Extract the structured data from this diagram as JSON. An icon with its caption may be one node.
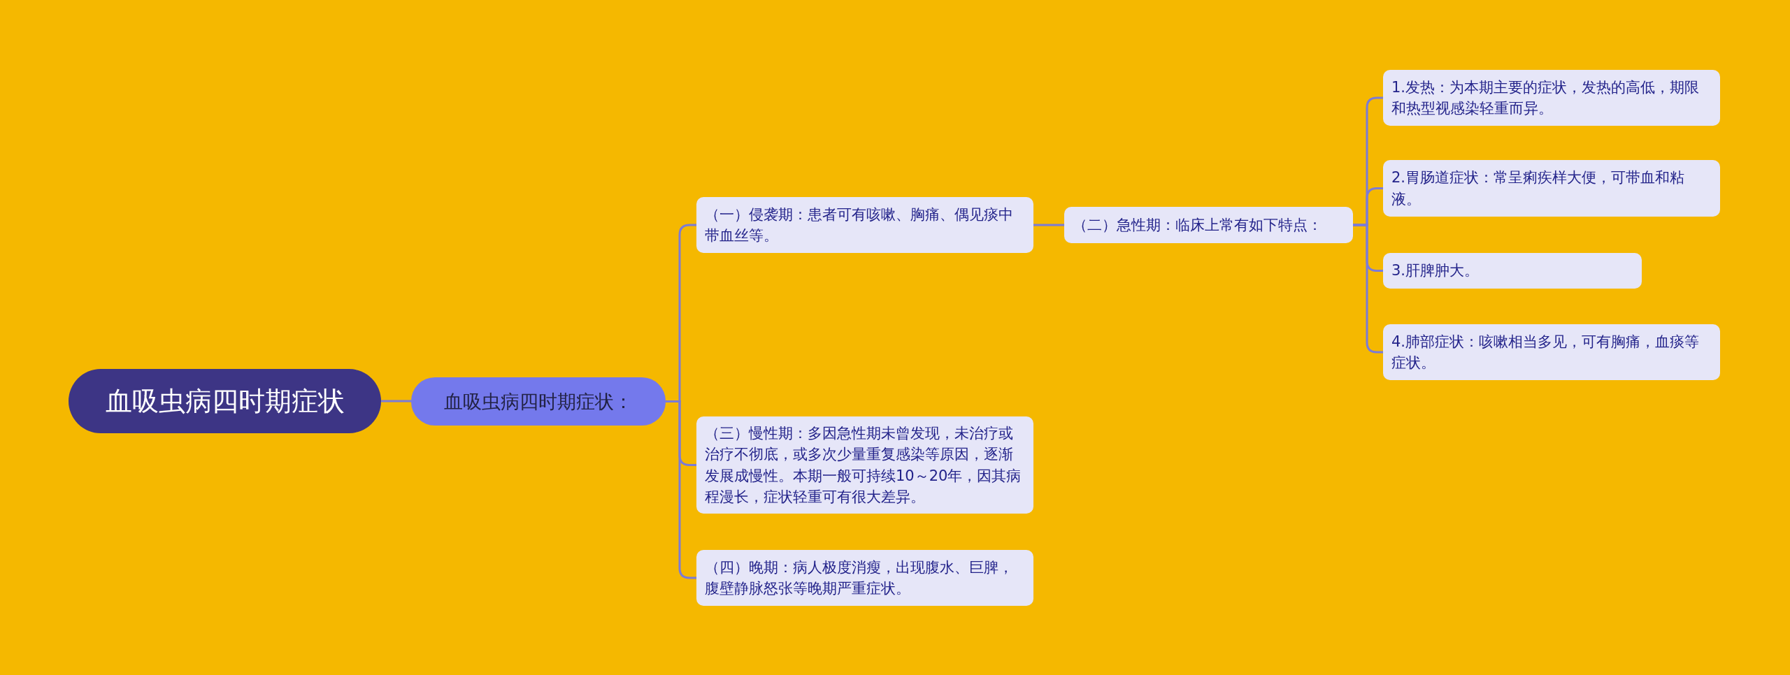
{
  "diagram": {
    "nodes": [
      {
        "text": [
          "血吸虫病四时期症状"
        ]
      },
      {
        "text": [
          "血吸虫病四时期症状："
        ]
      },
      {
        "text": [
          "（一）侵袭期：患者可有咳嗽、胸痛、偶见痰中带血丝等。"
        ]
      },
      {
        "text": [
          "（二）急性期：临床上常有如下特点："
        ]
      },
      {
        "text": [
          "1.发热：为本期主要的症状，发热的高低，期限和热型视感染轻重而异。"
        ]
      },
      {
        "text": [
          "2.胃肠道症状：常呈痢疾样大便，可带血和粘液。"
        ]
      },
      {
        "text": [
          "3.肝脾肿大。"
        ]
      },
      {
        "text": [
          "4.肺部症状：咳嗽相当多见，可有胸痛，血痰等症状。"
        ]
      },
      {
        "text": [
          "（三）慢性期：多因急性期未曾发现，未治疗或治疗不彻底，或多次少量重复感染等原因，逐渐发展成慢性。本期一般可持续10～20年，因其病程漫长，症状轻重可有很大差异。"
        ]
      },
      {
        "text": [
          "（四）晚期：病人极度消瘦，出现腹水、巨脾，腹壁静脉怒张等晚期严重症状。"
        ]
      }
    ],
    "edges": [
      {
        "from": 0,
        "to": 1,
        "arrow": "none"
      },
      {
        "from": 1,
        "to": 2,
        "arrow": "none"
      },
      {
        "from": 1,
        "to": 8,
        "arrow": "none"
      },
      {
        "from": 1,
        "to": 9,
        "arrow": "none"
      },
      {
        "from": 2,
        "to": 3,
        "arrow": "none"
      },
      {
        "from": 3,
        "to": 4,
        "arrow": "none"
      },
      {
        "from": 3,
        "to": 5,
        "arrow": "none"
      },
      {
        "from": 3,
        "to": 6,
        "arrow": "none"
      },
      {
        "from": 3,
        "to": 7,
        "arrow": "none"
      }
    ]
  }
}
